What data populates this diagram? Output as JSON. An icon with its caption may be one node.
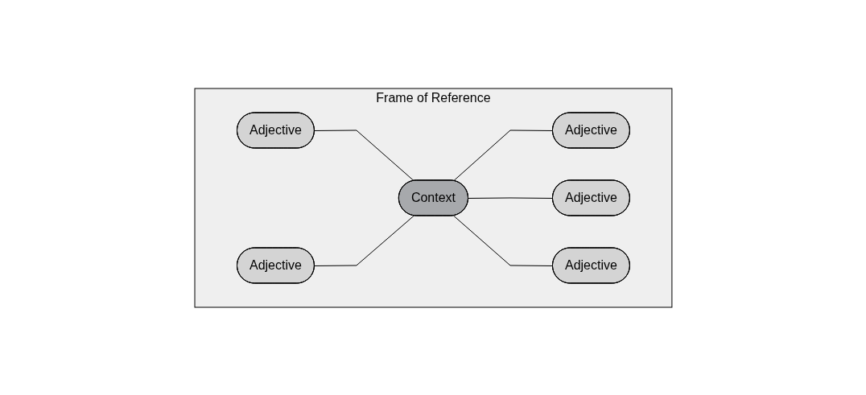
{
  "diagram": {
    "nodes": [
      {
        "text": [
          "Frame of Reference"
        ]
      },
      {
        "text": [
          "Adjective"
        ],
        "in": 0
      },
      {
        "text": [
          "Context"
        ],
        "in": 0
      },
      {
        "text": [
          "Adjective"
        ],
        "in": 0
      },
      {
        "text": [
          "Adjective"
        ],
        "in": 0
      },
      {
        "text": [
          "Adjective"
        ],
        "in": 0
      },
      {
        "text": [
          "Adjective"
        ],
        "in": 0
      }
    ],
    "edges": [
      {
        "from": 1,
        "to": 2,
        "arrow": "none"
      },
      {
        "from": 2,
        "to": 3,
        "arrow": "none"
      },
      {
        "from": 4,
        "to": 2,
        "arrow": "none"
      },
      {
        "from": 2,
        "to": 5,
        "arrow": "none"
      },
      {
        "from": 2,
        "to": 6,
        "arrow": "none"
      }
    ]
  }
}
